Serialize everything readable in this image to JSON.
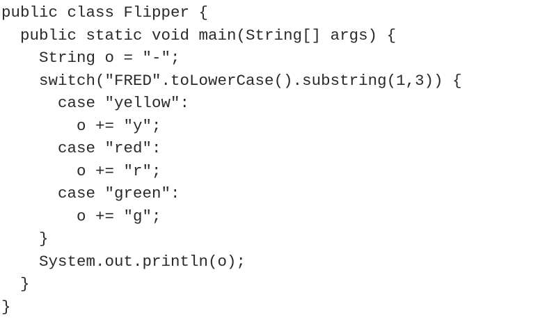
{
  "code": {
    "lines": [
      "public class Flipper {",
      "  public static void main(String[] args) {",
      "    String o = \"-\";",
      "    switch(\"FRED\".toLowerCase().substring(1,3)) {",
      "      case \"yellow\":",
      "        o += \"y\";",
      "      case \"red\":",
      "        o += \"r\";",
      "      case \"green\":",
      "        o += \"g\";",
      "    }",
      "    System.out.println(o);",
      "  }",
      "}"
    ]
  }
}
